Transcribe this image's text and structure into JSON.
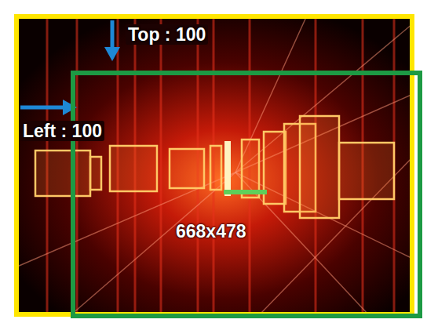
{
  "diagram": {
    "nodes": [
      {
        "text": [
          "668x478"
        ]
      }
    ],
    "labels": [
      "Top : 100",
      "Left : 100"
    ]
  }
}
